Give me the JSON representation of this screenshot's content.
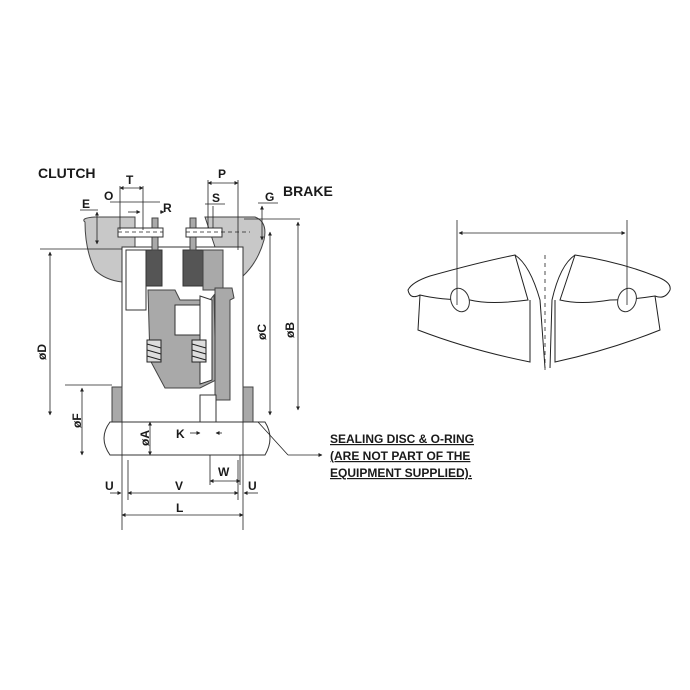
{
  "titles": {
    "clutch": "CLUTCH",
    "brake": "BRAKE"
  },
  "dimensions": {
    "E": "E",
    "O": "O",
    "T": "T",
    "R": "R",
    "P": "P",
    "S": "S",
    "G": "G",
    "D": "øD",
    "C": "øC",
    "B": "øB",
    "F": "øF",
    "A": "øA",
    "K": "K",
    "W": "W",
    "U_left": "U",
    "V": "V",
    "U_right": "U",
    "L": "L"
  },
  "note": {
    "line1": "SEALING DISC & O-RING",
    "line2": "(ARE NOT PART OF THE",
    "line3": "EQUIPMENT SUPPLIED)."
  }
}
